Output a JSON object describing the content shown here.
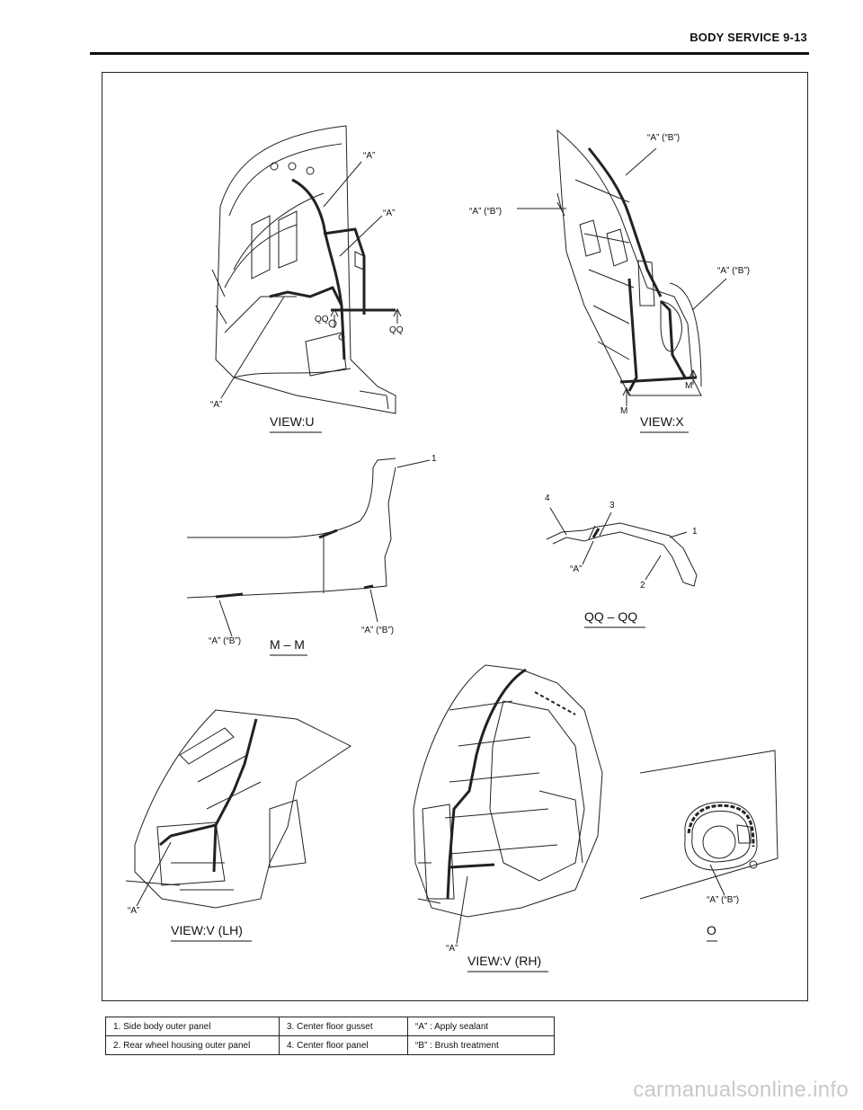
{
  "header": {
    "title": "BODY SERVICE 9-13"
  },
  "views": {
    "view_u": {
      "caption": "VIEW:U",
      "labels": {
        "a1": "“A”",
        "a2": "“A”",
        "a3": "“A”",
        "qq1": "QQ",
        "qq2": "QQ"
      }
    },
    "view_x": {
      "caption": "VIEW:X",
      "labels": {
        "ab1": "“A” (“B”)",
        "ab2": "“A” (“B”)",
        "ab3": "“A” (“B”)",
        "m1": "M",
        "m2": "M"
      }
    },
    "section_mm": {
      "caption": "M – M",
      "labels": {
        "n1": "1",
        "ab1": "“A” (“B”)",
        "ab2": "“A” (“B”)"
      }
    },
    "section_qq": {
      "caption": "QQ – QQ",
      "labels": {
        "n4": "4",
        "n3": "3",
        "n1": "1",
        "n2": "2",
        "a": "“A”"
      }
    },
    "view_v_lh": {
      "caption": "VIEW:V (LH)",
      "labels": {
        "a": "“A”"
      }
    },
    "view_v_rh": {
      "caption": "VIEW:V (RH)",
      "labels": {
        "a": "“A”"
      }
    },
    "view_o": {
      "caption": "O",
      "labels": {
        "ab": "“A” (“B”)"
      }
    }
  },
  "legend": {
    "rows": [
      [
        "1.   Side body outer panel",
        "3.   Center floor gusset",
        "“A” :   Apply sealant"
      ],
      [
        "2.   Rear wheel housing outer panel",
        "4.   Center floor panel",
        "“B” :   Brush treatment"
      ]
    ]
  },
  "watermark": "carmanualsonline.info"
}
